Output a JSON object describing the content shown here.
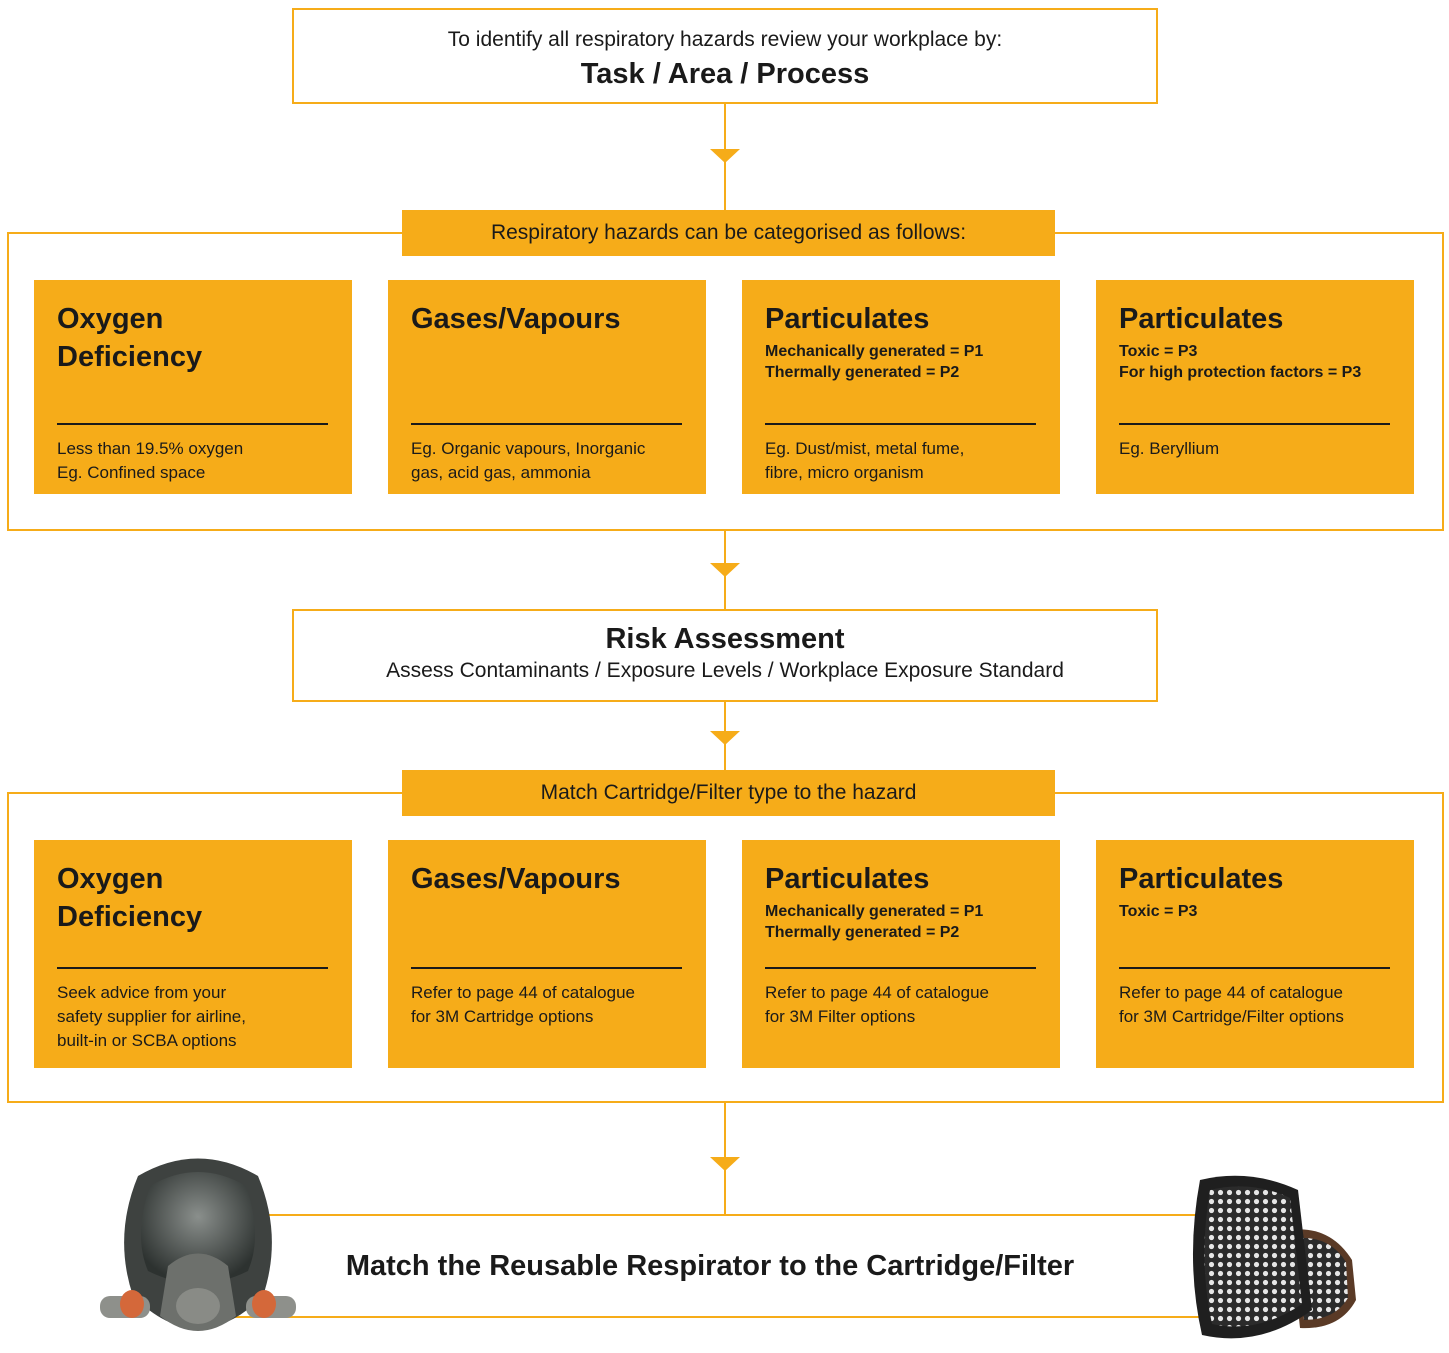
{
  "top_box": {
    "line1": "To identify all respiratory hazards review your workplace by:",
    "line2": "Task / Area / Process"
  },
  "hazards_section": {
    "tag": "Respiratory hazards can be categorised as follows:",
    "cards": [
      {
        "title": "Oxygen Deficiency",
        "sub": [],
        "desc": [
          "Less than 19.5% oxygen",
          "Eg. Confined space"
        ]
      },
      {
        "title": "Gases/Vapours",
        "sub": [],
        "desc": [
          "Eg. Organic vapours, Inorganic",
          "gas, acid gas, ammonia"
        ]
      },
      {
        "title": "Particulates",
        "sub": [
          "Mechanically generated = P1",
          "Thermally generated = P2"
        ],
        "desc": [
          "Eg. Dust/mist, metal fume,",
          "fibre, micro organism"
        ]
      },
      {
        "title": "Particulates",
        "sub": [
          "Toxic = P3",
          "For high protection factors = P3"
        ],
        "desc": [
          "Eg. Beryllium"
        ]
      }
    ]
  },
  "risk_box": {
    "title": "Risk Assessment",
    "subtitle": "Assess Contaminants / Exposure Levels / Workplace Exposure Standard"
  },
  "match_section": {
    "tag": "Match Cartridge/Filter type to the hazard",
    "cards": [
      {
        "title": "Oxygen Deficiency",
        "sub": [],
        "desc": [
          "Seek advice from your",
          "safety supplier for airline,",
          "built-in or SCBA options"
        ]
      },
      {
        "title": "Gases/Vapours",
        "sub": [],
        "desc": [
          "Refer to page 44 of catalogue",
          "for 3M Cartridge options"
        ]
      },
      {
        "title": "Particulates",
        "sub": [
          "Mechanically generated = P1",
          "Thermally generated = P2"
        ],
        "desc": [
          "Refer to page 44 of catalogue",
          "for 3M Filter options"
        ]
      },
      {
        "title": "Particulates",
        "sub": [
          "Toxic = P3"
        ],
        "desc": [
          "Refer to page 44 of catalogue",
          "for 3M Cartridge/Filter options"
        ]
      }
    ]
  },
  "final_box": {
    "text": "Match the Reusable Respirator to the Cartridge/Filter",
    "left_image": "full-face-respirator-mask",
    "right_image": "filter-cartridges"
  },
  "colors": {
    "accent": "#f6ac19",
    "text": "#1a1a1a"
  }
}
